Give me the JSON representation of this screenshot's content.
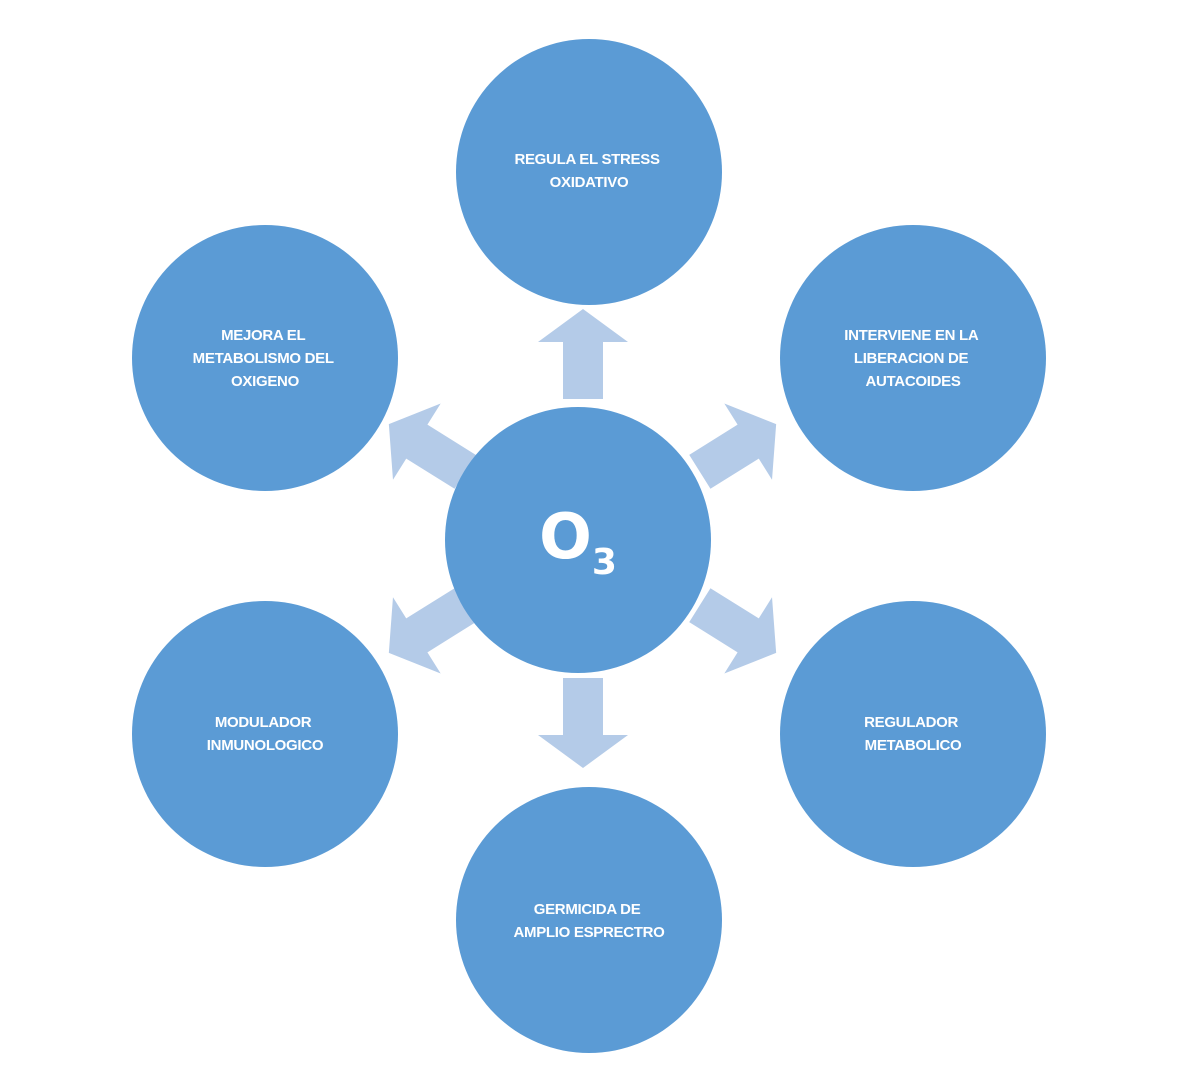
{
  "colors": {
    "circle_fill": "#5B9BD5",
    "arrow_fill": "#B4CBE8",
    "text": "#FFFFFF",
    "background": "#FFFFFF"
  },
  "center": {
    "formula_main": "O",
    "formula_sub": "3"
  },
  "nodes": [
    {
      "id": "top",
      "lines": [
        "REGULA EL STRESS",
        "OXIDATIVO"
      ]
    },
    {
      "id": "top-right",
      "lines": [
        "INTERVIENE EN LA",
        "LIBERACION DE",
        "AUTACOIDES"
      ]
    },
    {
      "id": "bottom-right",
      "lines": [
        "REGULADOR",
        "METABOLICO"
      ]
    },
    {
      "id": "bottom",
      "lines": [
        "GERMICIDA DE",
        "AMPLIO ESPRECTRO"
      ]
    },
    {
      "id": "bottom-left",
      "lines": [
        "MODULADOR",
        "INMUNOLOGICO"
      ]
    },
    {
      "id": "top-left",
      "lines": [
        "MEJORA EL",
        "METABOLISMO DEL",
        "OXIGENO"
      ]
    }
  ]
}
